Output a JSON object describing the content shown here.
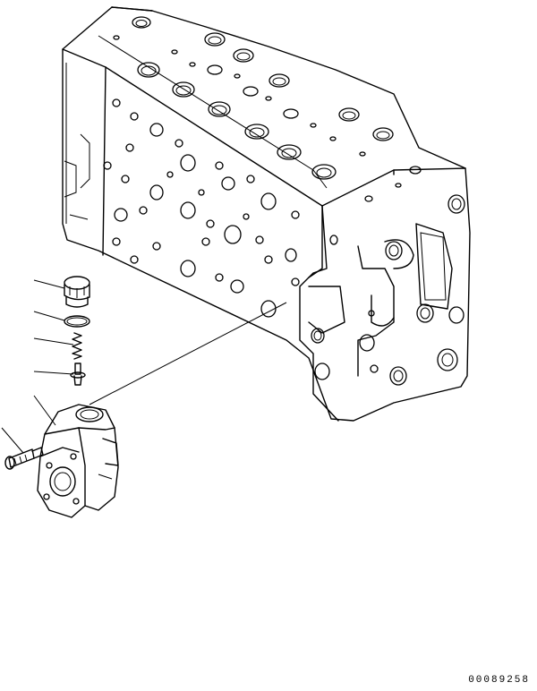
{
  "drawing": {
    "reference_number": "00089258"
  },
  "parts": [
    {
      "name": "plug"
    },
    {
      "name": "o-ring"
    },
    {
      "name": "spring"
    },
    {
      "name": "poppet"
    },
    {
      "name": "valve-body"
    },
    {
      "name": "bolt"
    }
  ]
}
